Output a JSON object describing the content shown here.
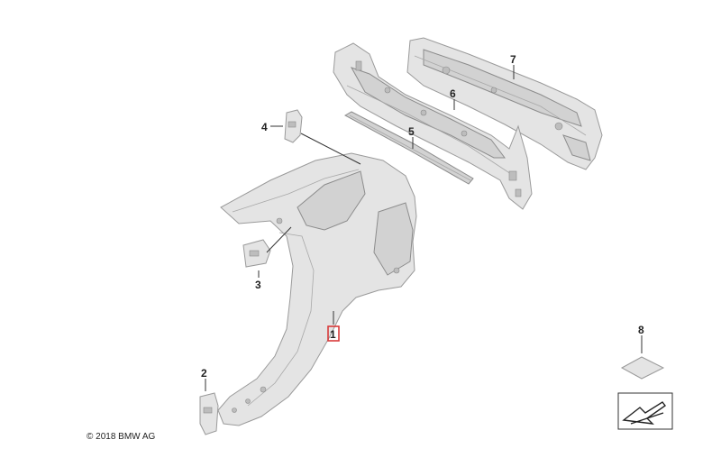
{
  "callouts": [
    {
      "id": "1",
      "label": "1",
      "highlighted": true
    },
    {
      "id": "2",
      "label": "2"
    },
    {
      "id": "3",
      "label": "3"
    },
    {
      "id": "4",
      "label": "4"
    },
    {
      "id": "5",
      "label": "5"
    },
    {
      "id": "6",
      "label": "6"
    },
    {
      "id": "7",
      "label": "7"
    },
    {
      "id": "8",
      "label": "8"
    }
  ],
  "copyright": "© 2018 BMW AG",
  "colors": {
    "part_fill": "#e4e4e4",
    "part_stroke": "#9a9a9a",
    "highlight": "#d83a3a"
  }
}
